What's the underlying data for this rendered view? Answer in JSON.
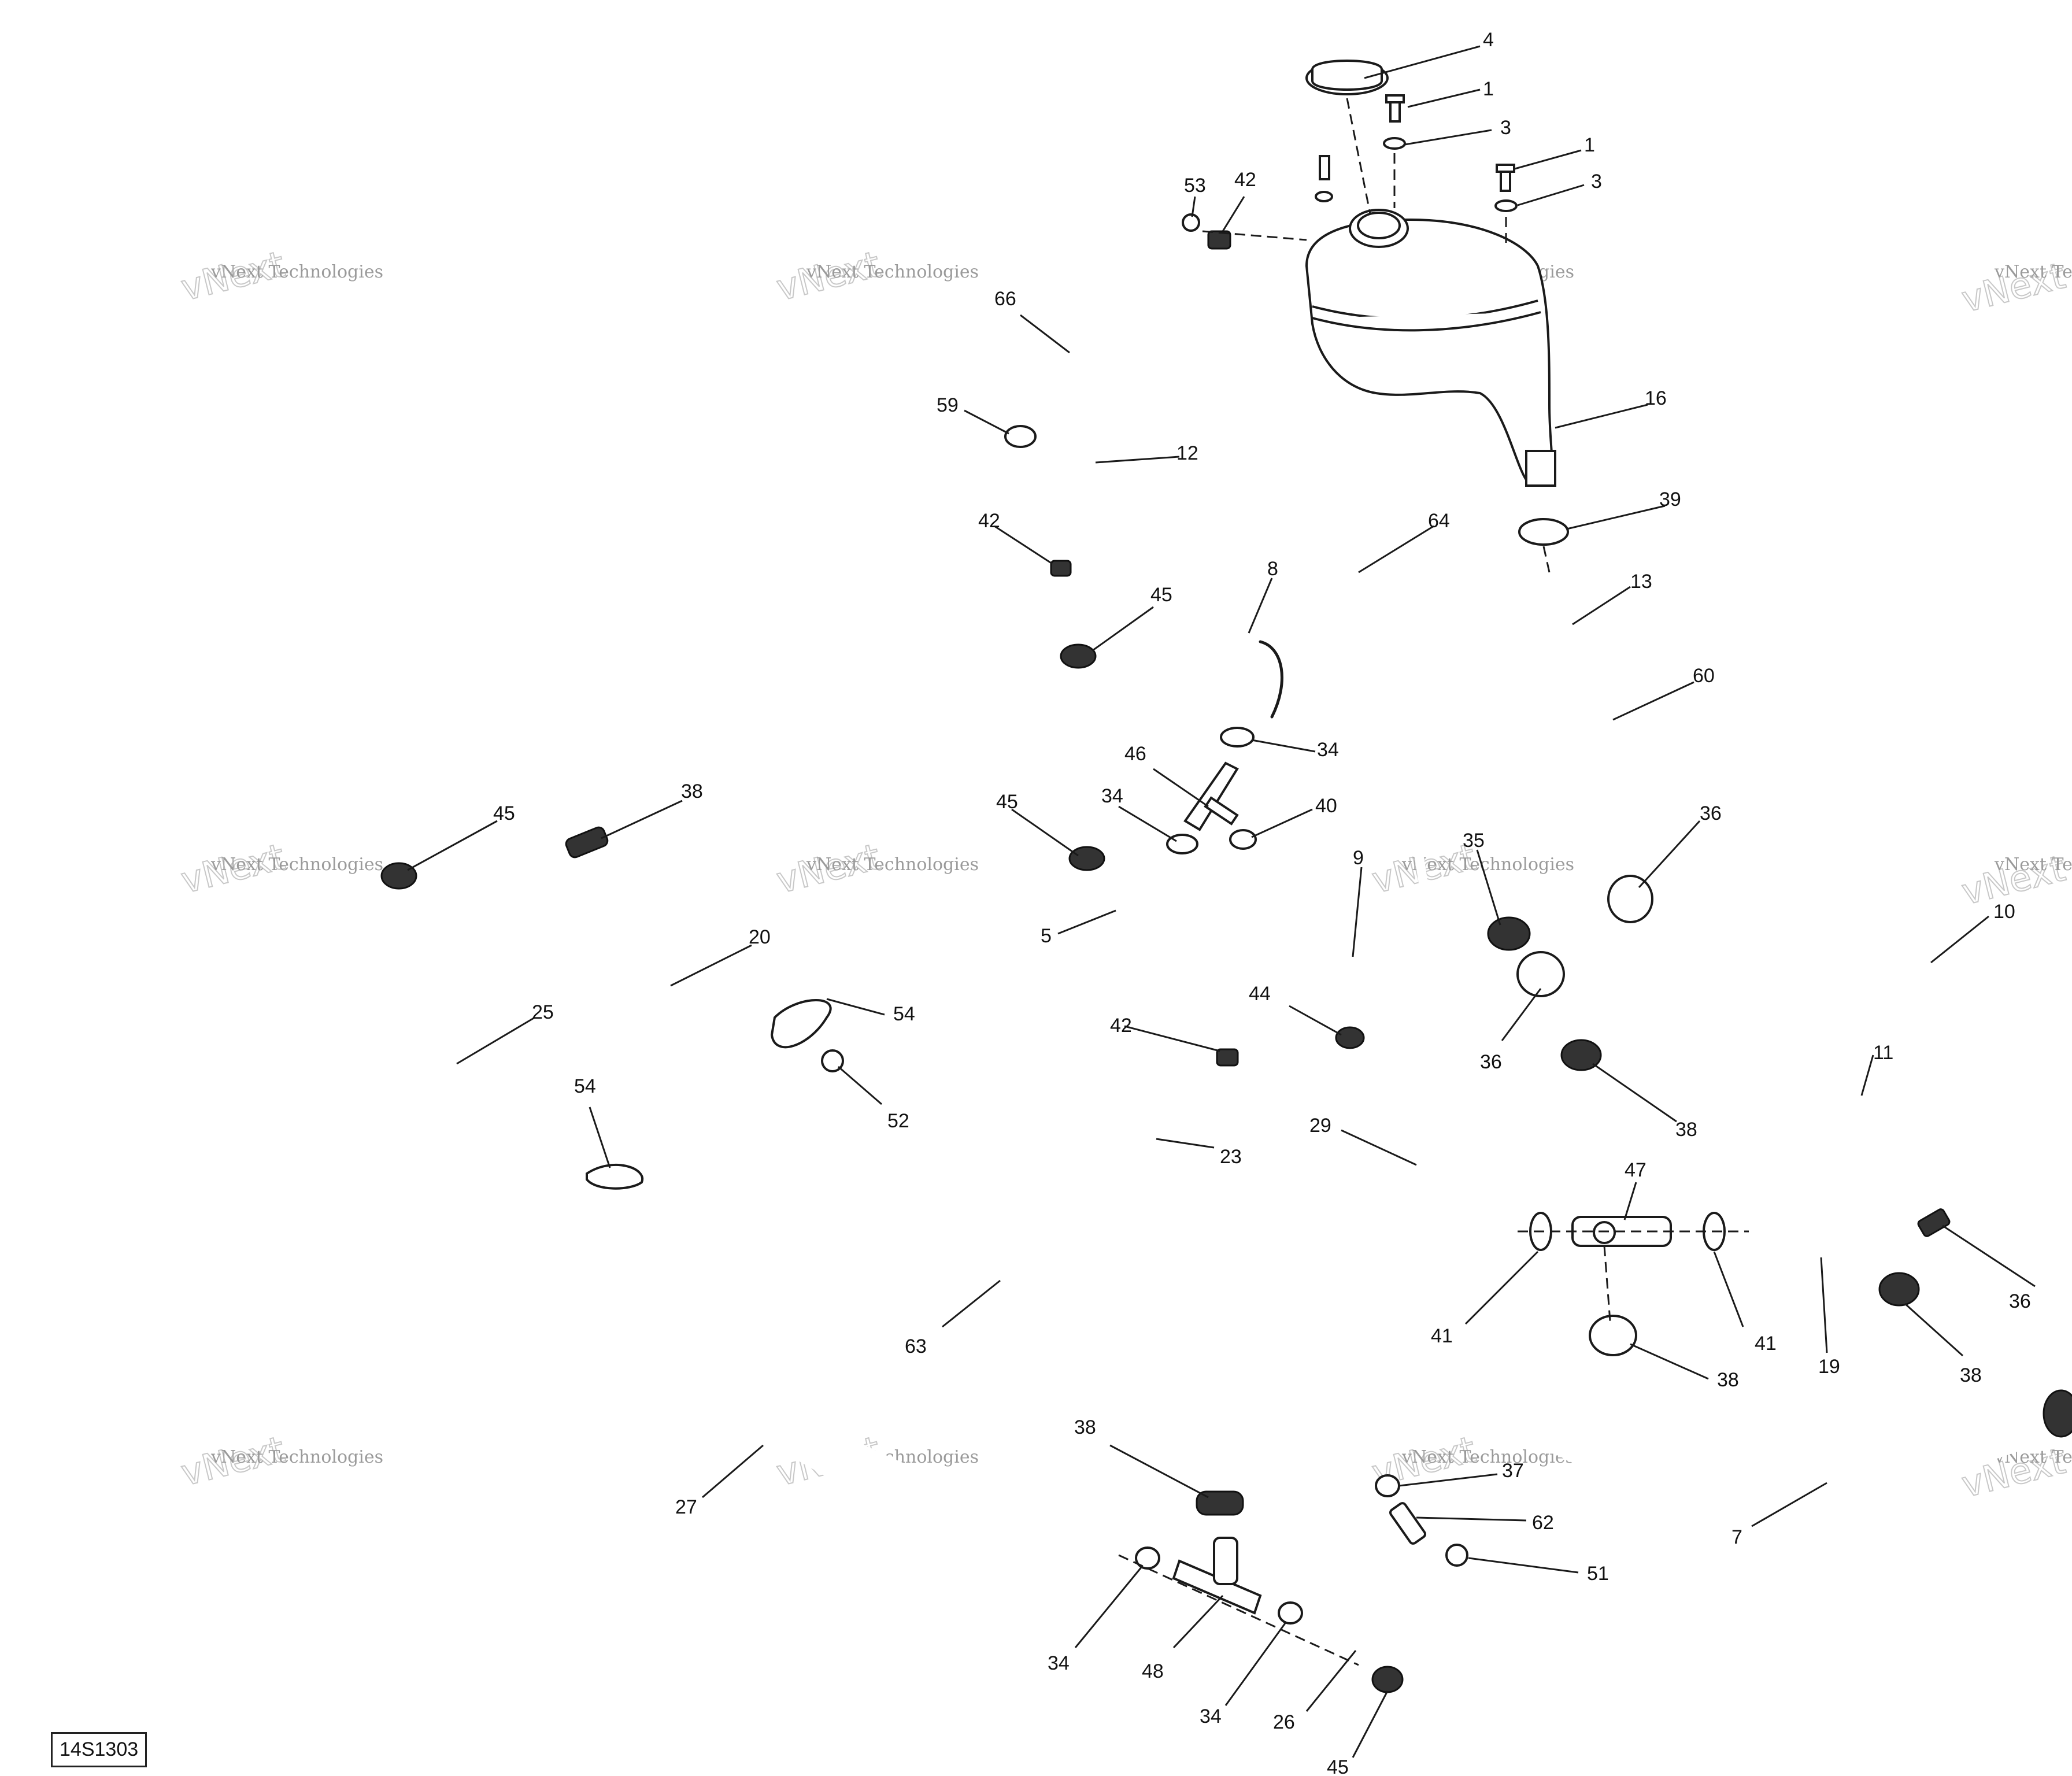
{
  "diagram_ref": "14S1303",
  "watermark": {
    "line1": "vNext Technologies",
    "line2": "Technologies",
    "line2_visible": "vNext"
  },
  "callouts": [
    "4",
    "1",
    "3",
    "1",
    "3",
    "53",
    "42",
    "66",
    "59",
    "12",
    "42",
    "16",
    "39",
    "64",
    "13",
    "60",
    "45",
    "8",
    "34",
    "46",
    "45",
    "34",
    "40",
    "38",
    "45",
    "35",
    "36",
    "9",
    "5",
    "20",
    "25",
    "10",
    "54",
    "52",
    "44",
    "42",
    "36",
    "11",
    "54",
    "38",
    "29",
    "23",
    "47",
    "63",
    "41",
    "41",
    "19",
    "38",
    "36",
    "38",
    "7",
    "27",
    "38",
    "37",
    "62",
    "51",
    "34",
    "48",
    "34",
    "26",
    "45"
  ]
}
